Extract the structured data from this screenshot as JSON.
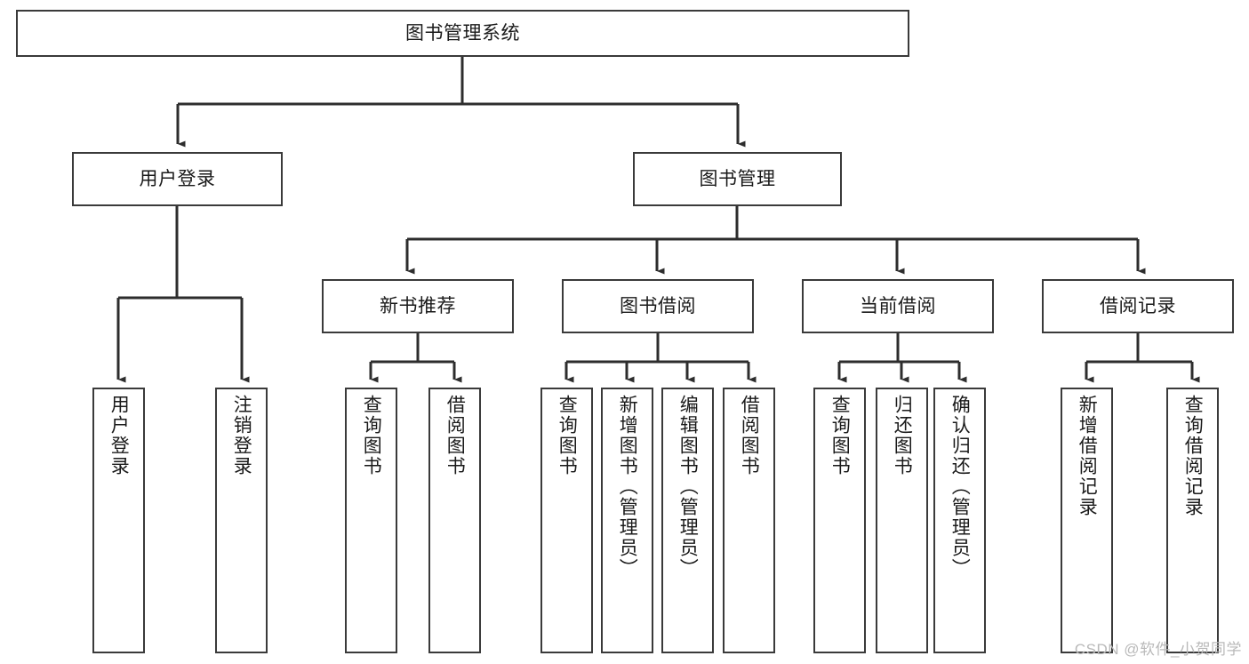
{
  "diagram": {
    "title": "图书管理系统",
    "type": "tree-hierarchy-diagram",
    "colors": {
      "box_border": "#3a3a3a",
      "box_fill": "#ffffff",
      "connector": "#2d2d2d",
      "text": "#1a1a1a",
      "watermark": "#b9b9b9",
      "background": "#ffffff"
    },
    "levels": {
      "root": {
        "label": "图书管理系统"
      },
      "level2": [
        {
          "id": "user-login",
          "label": "用户登录"
        },
        {
          "id": "book-management",
          "label": "图书管理"
        }
      ],
      "level3": [
        {
          "id": "new-book-recommend",
          "label": "新书推荐"
        },
        {
          "id": "book-borrow",
          "label": "图书借阅"
        },
        {
          "id": "current-borrow",
          "label": "当前借阅"
        },
        {
          "id": "borrow-record",
          "label": "借阅记录"
        }
      ],
      "leaves": {
        "user-login": [
          {
            "id": "leaf-user-login",
            "label": "用户登录"
          },
          {
            "id": "leaf-logout-login",
            "label": "注销登录"
          }
        ],
        "new-book-recommend": [
          {
            "id": "leaf-query-book-1",
            "label": "查询图书"
          },
          {
            "id": "leaf-borrow-book-1",
            "label": "借阅图书"
          }
        ],
        "book-borrow": [
          {
            "id": "leaf-query-book-2",
            "label": "查询图书"
          },
          {
            "id": "leaf-add-book-admin",
            "label": "新增图书（管理员）"
          },
          {
            "id": "leaf-edit-book-admin",
            "label": "编辑图书（管理员）"
          },
          {
            "id": "leaf-borrow-book-2",
            "label": "借阅图书"
          }
        ],
        "current-borrow": [
          {
            "id": "leaf-query-book-3",
            "label": "查询图书"
          },
          {
            "id": "leaf-return-book",
            "label": "归还图书"
          },
          {
            "id": "leaf-confirm-return-admin",
            "label": "确认归还（管理员）"
          }
        ],
        "borrow-record": [
          {
            "id": "leaf-add-borrow-record",
            "label": "新增借阅记录"
          },
          {
            "id": "leaf-query-borrow-record",
            "label": "查询借阅记录"
          }
        ]
      }
    },
    "watermark": "CSDN @软件_小贺同学"
  }
}
